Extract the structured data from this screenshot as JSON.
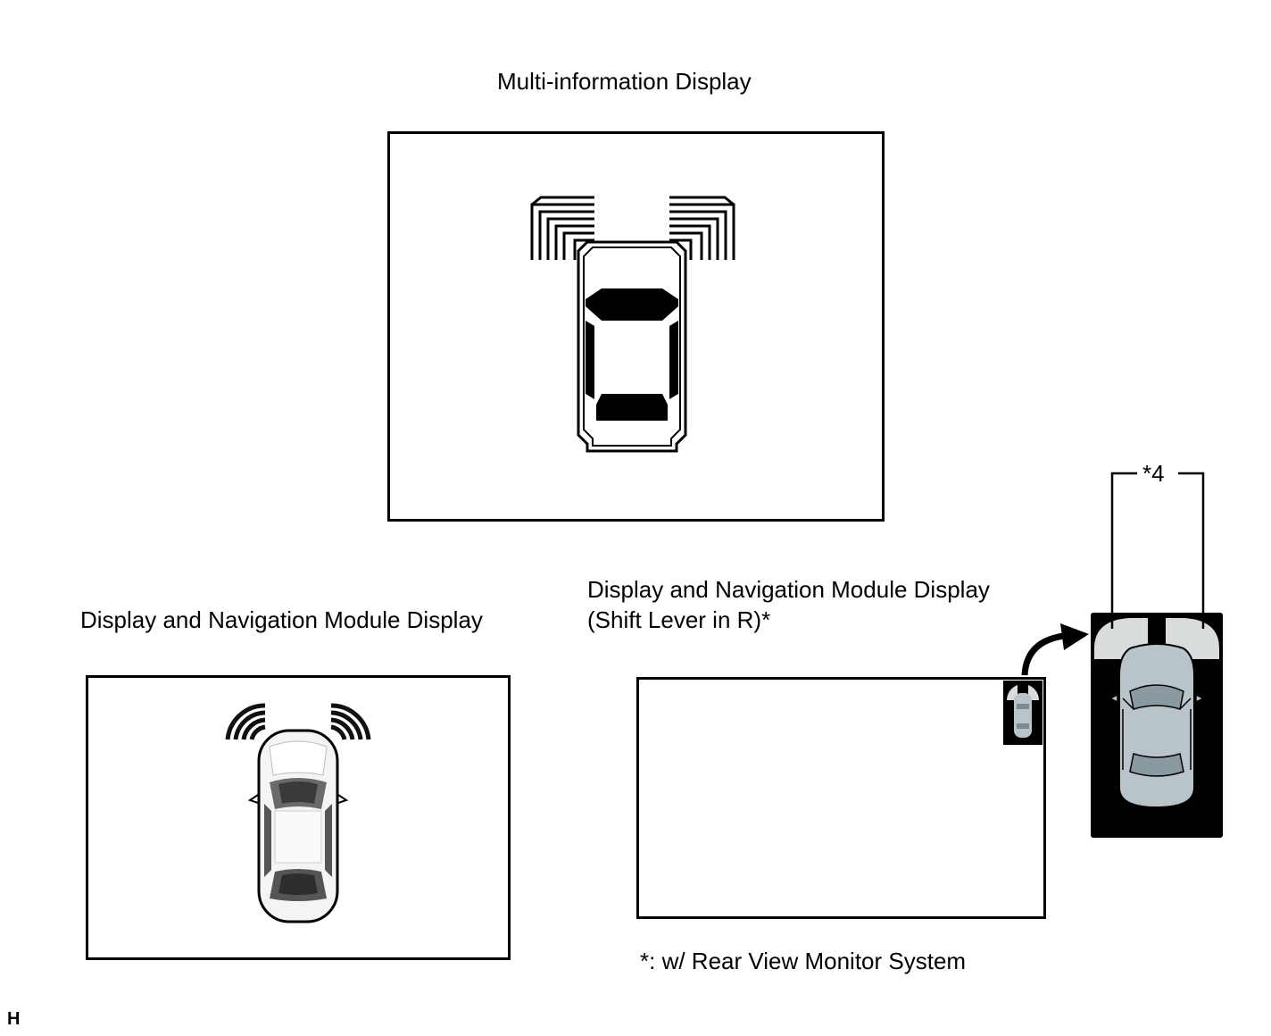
{
  "mid_display": {
    "title": "Multi-information Display"
  },
  "nav_display": {
    "title": "Display and Navigation Module Display"
  },
  "nav_display_r": {
    "title_line1": "Display and Navigation Module Display",
    "title_line2": "(Shift Lever in R)*"
  },
  "callout": {
    "label": "*4"
  },
  "footnote": "*: w/ Rear View Monitor System",
  "figure_code": "H"
}
